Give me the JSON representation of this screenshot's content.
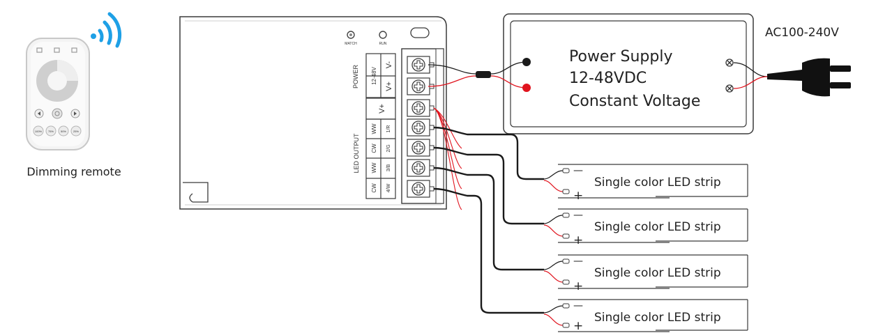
{
  "remote": {
    "caption": "Dimming remote",
    "preset_buttons": [
      "100%",
      "75%",
      "50%",
      "25%"
    ]
  },
  "controller": {
    "match_label": "MATCH",
    "run_label": "RUN",
    "power_section": "POWER",
    "power_range": "12-48V",
    "power_terminals": [
      "V-",
      "V+"
    ],
    "common_terminal": "V+",
    "led_output_section": "LED OUTPUT",
    "channel_labels": [
      {
        "mode": "WW",
        "num": "1/R"
      },
      {
        "mode": "CW",
        "num": "2/G"
      },
      {
        "mode": "WW",
        "num": "3/B"
      },
      {
        "mode": "CW",
        "num": "4/W"
      }
    ]
  },
  "power_supply": {
    "line1": "Power Supply",
    "line2": "12-48VDC",
    "line3": "Constant Voltage"
  },
  "mains_label": "AC100-240V",
  "strips": [
    {
      "label": "Single color LED strip",
      "minus": "—",
      "plus": "+"
    },
    {
      "label": "Single color LED strip",
      "minus": "—",
      "plus": "+"
    },
    {
      "label": "Single color LED strip",
      "minus": "—",
      "plus": "+"
    },
    {
      "label": "Single color LED strip",
      "minus": "—",
      "plus": "+"
    }
  ],
  "colors": {
    "wire_red": "#e0141e",
    "wire_black": "#1a1a1a",
    "wifi_blue": "#1ea0e6",
    "outline": "#3a3a3a"
  }
}
